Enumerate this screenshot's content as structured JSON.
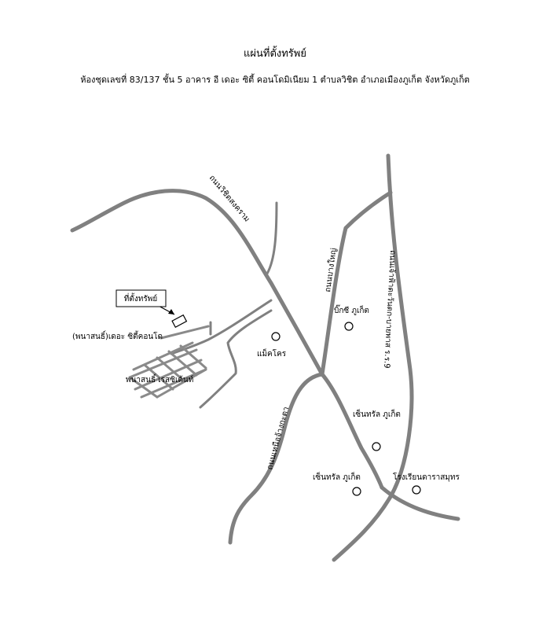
{
  "header": {
    "title": "แผ่นที่ตั้งทรัพย์",
    "subtitle": "ห้องชุดเลขที่ 83/137 ชั้น 5 อาคาร อี เดอะ ซิตี้ คอนโดมิเนียม 1 ตำบลวิชิต อำเภอเมืองภูเก็ต จังหวัดภูเก็ต"
  },
  "map": {
    "road_labels": {
      "wichit_songkhram": "ถนนวิชิตสงคราม",
      "bang_yai": "ถนนบางใหญ่",
      "chaofa": "ถนนเจ้าฟ้าตะวันตก-บายพาส ร.ร.9",
      "nuea_chang_kata": "ถนนเหนือจ้างกะตา"
    },
    "property_label": "ที่ตั้งทรัพย์",
    "places": {
      "the_city_condo": "(พนาสนธิ์)เดอะ ซิตี้คอนโด",
      "residence": "พนาสนธิ์ เรสซิเด้นท์",
      "makro": "แม็คโคร",
      "big_c": "บิ๊กซี ภูเก็ต",
      "central_1": "เซ็นทรัล ภูเก็ต",
      "central_2": "เซ็นทรัล ภูเก็ต",
      "school": "โรงเรียนดาราสมุทร"
    },
    "colors": {
      "road": "#808080",
      "text": "#000000",
      "background": "#ffffff"
    }
  }
}
